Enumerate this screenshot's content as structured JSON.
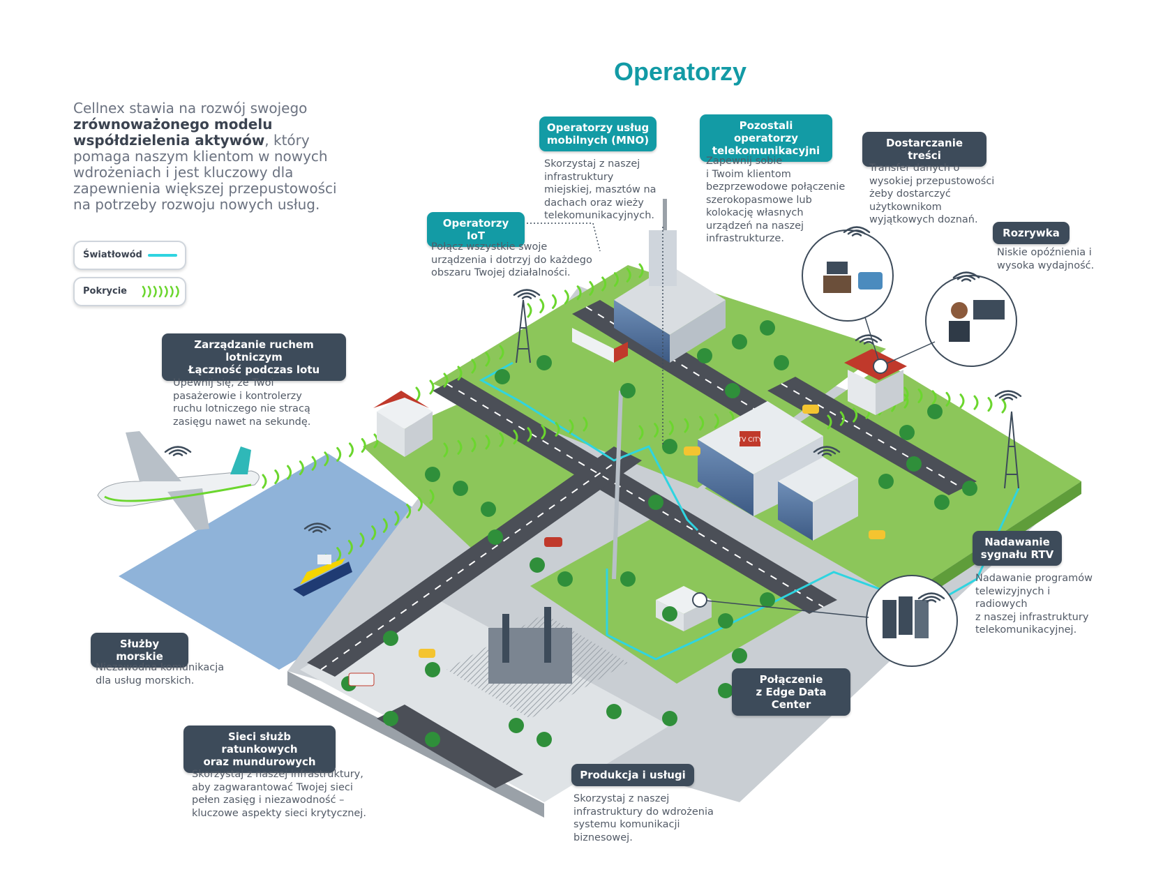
{
  "title": "Operatorzy",
  "intro": {
    "p1": "Cellnex stawia na rozwój swojego ",
    "bold": "zrównoważonego modelu współdzielenia aktywów",
    "p2": ", który pomaga naszym klientom w nowych wdrożeniach i jest kluczowy dla zapewnienia większej przepustowości na potrzeby rozwoju nowych usług."
  },
  "legend": {
    "fiber_label": "Światłowód",
    "coverage_label": "Pokrycie",
    "fiber_color": "#2fd4e0",
    "coverage_color": "#6bd62e"
  },
  "colors": {
    "teal_badge": "#139ba5",
    "dark_badge": "#3d4b5a",
    "title": "#129aa5",
    "water": "#8fb3d9",
    "grass": "#8cc65a",
    "road": "#4b4f57"
  },
  "callouts": {
    "mno": {
      "label": "Operatorzy usług\nmobilnych (MNO)",
      "text": "Skorzystaj z naszej\ninfrastruktury\nmiejskiej, masztów na\ndachach oraz wieży\ntelekomunikacyjnych."
    },
    "telecom": {
      "label": "Pozostali operatorzy\ntelekomunikacyjni",
      "text": "Zapewnij sobie\ni Twoim klientom\nbezprzewodowe połączenie\nszerokopasmowe lub\nkolokację własnych\nurządzeń na naszej\ninfrastrukturze."
    },
    "content": {
      "label": "Dostarczanie treści",
      "text": "Transfer danych o\nwysokiej przepustowości\nżeby dostarczyć\nużytkownikom\nwyjątkowych doznań."
    },
    "entertainment": {
      "label": "Rozrywka",
      "text": "Niskie opóźnienia i\nwysoka wydajność."
    },
    "iot": {
      "label": "Operatorzy IoT",
      "text": "Połącz wszystkie swoje\nurządzenia i dotrzyj do każdego\nobszaru Twojej działalności."
    },
    "air": {
      "label": "Zarządzanie ruchem lotniczym\nŁączność podczas lotu",
      "text": "Upewnij się, że Twoi\npasażerowie i kontrolerzy\nruchu lotniczego nie stracą\nzasięgu nawet na sekundę."
    },
    "broadcast": {
      "label": "Nadawanie\nsygnału RTV",
      "text": "Nadawanie programów\ntelewizyjnych i\nradiowych\nz naszej infrastruktury\ntelekomunikacyjnej."
    },
    "maritime": {
      "label": "Służby morskie",
      "text": "Niezawodna komunikacja\ndla usług morskich."
    },
    "edge": {
      "label": "Połączenie\nz Edge Data Center"
    },
    "emergency": {
      "label": "Sieci służb ratunkowych\noraz mundurowych",
      "text": "Skorzystaj z naszej infrastruktury,\naby zagwarantować Twojej sieci\npełen zasięg i niezawodność –\nkluczowe aspekty sieci krytycznej."
    },
    "production": {
      "label": "Produkcja i usługi",
      "text": "Skorzystaj z naszej\ninfrastruktury do wdrożenia\nsystemu komunikacji\nbiznesowej."
    }
  },
  "scene": {
    "tv_sign": "TV\nCITY",
    "icons": [
      "airplane-icon",
      "boat-icon",
      "transmission-tower-icon",
      "cell-tower-icon",
      "office-building-icon",
      "house-icon",
      "tree-icon",
      "truck-icon",
      "car-icon",
      "ambulance-icon",
      "substation-icon",
      "data-center-icon",
      "gamer-icon",
      "living-room-icon",
      "wifi-signal-icon",
      "solar-panel-icon"
    ]
  }
}
